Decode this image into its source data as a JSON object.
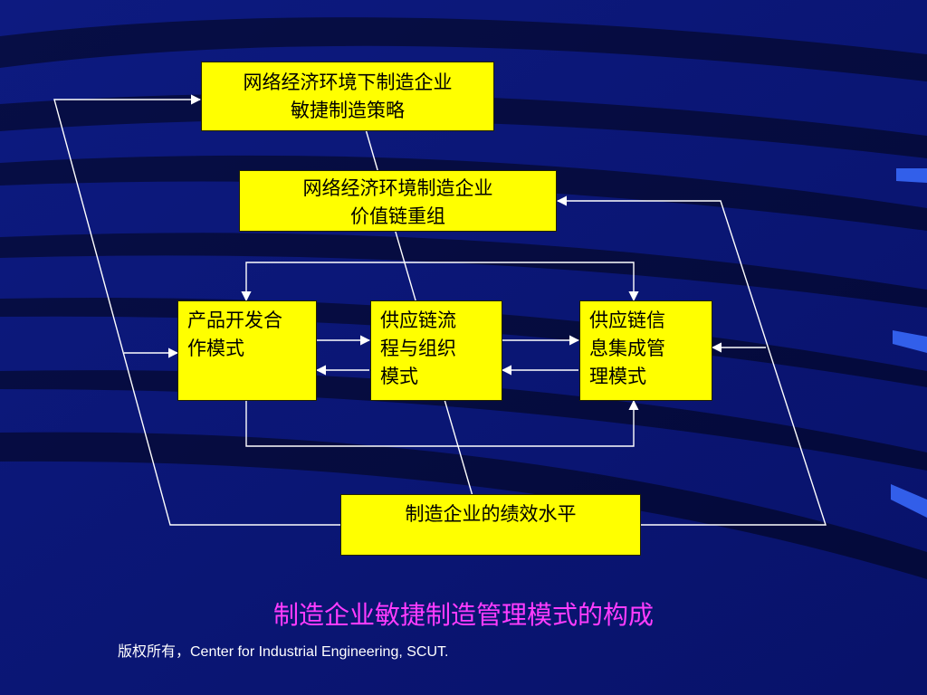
{
  "diagram": {
    "nodes": {
      "strategy": {
        "lines": [
          "网络经济环境下制造企业",
          "敏捷制造策略"
        ]
      },
      "value_chain": {
        "lines": [
          "网络经济环境制造企业",
          "价值链重组"
        ]
      },
      "product_dev": {
        "lines": [
          "产品开发合",
          "作模式"
        ]
      },
      "supply_chain_process": {
        "lines": [
          "供应链流",
          "程与组织",
          "模式"
        ]
      },
      "supply_chain_info": {
        "lines": [
          "供应链信",
          "息集成管",
          "理模式"
        ]
      },
      "performance": {
        "lines": [
          "制造企业的绩效水平"
        ]
      }
    }
  },
  "caption": "制造企业敏捷制造管理模式的构成",
  "copyright": "版权所有，Center for Industrial Engineering, SCUT.",
  "colors": {
    "background": "#0a1570",
    "box_fill": "#ffff00",
    "caption": "#ff3cff",
    "line": "#ffffff"
  }
}
